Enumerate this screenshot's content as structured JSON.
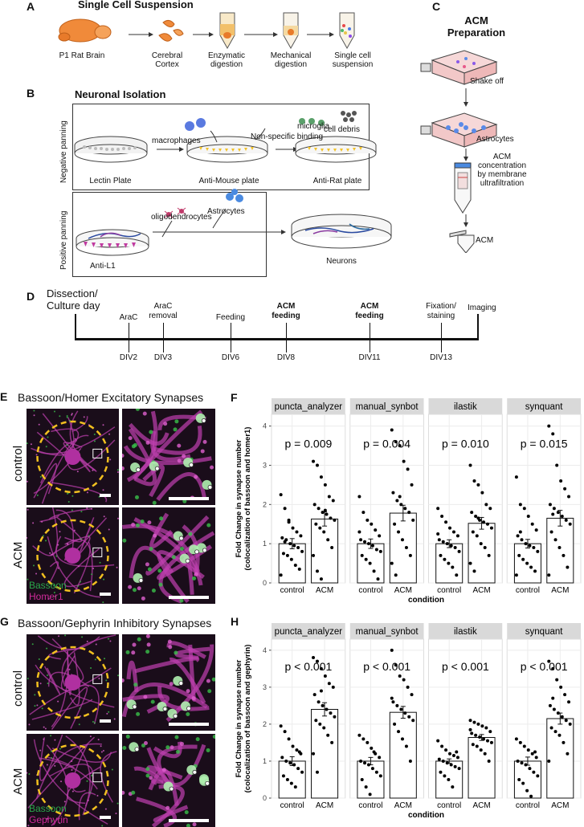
{
  "panel_letters": {
    "A": "A",
    "B": "B",
    "C": "C",
    "D": "D",
    "E": "E",
    "F": "F",
    "G": "G",
    "H": "H"
  },
  "panelA": {
    "title": "Single Cell Suspension",
    "steps": [
      "P1 Rat Brain",
      "Cerebral\nCortex",
      "Enzymatic\ndigestion",
      "Mechanical\ndigestion",
      "Single cell\nsuspension"
    ]
  },
  "panelB": {
    "title": "Neuronal Isolation",
    "negative_label": "Negative panning",
    "positive_label": "Positive panning",
    "lectin": "Lectin Plate",
    "antimouse": "Anti-Mouse plate",
    "antirat": "Anti-Rat plate",
    "macrophages": "macrophages",
    "nonspecific": "Non-specific binding",
    "microglia": "microglia",
    "debris": "cell debris",
    "oligo": "oligodendrocytes",
    "astro": "Astrocytes",
    "antiL1": "Anti-L1",
    "neurons": "Neurons"
  },
  "panelC": {
    "title": "ACM\nPreparation",
    "shake": "Shake off",
    "astrocytes": "Astrocytes",
    "concentration": "ACM\nconcentration\nby membrane\nultrafiltration",
    "acm": "ACM"
  },
  "panelD": {
    "start": "Dissection/\nCulture day",
    "events": [
      {
        "label": "AraC",
        "day": "DIV2",
        "bold": false
      },
      {
        "label": "AraC\nremoval",
        "day": "DIV3",
        "bold": false
      },
      {
        "label": "Feeding",
        "day": "DIV6",
        "bold": false
      },
      {
        "label": "ACM\nfeeding",
        "day": "DIV8",
        "bold": true
      },
      {
        "label": "ACM\nfeeding",
        "day": "DIV11",
        "bold": true
      },
      {
        "label": "Fixation/\nstaining",
        "day": "DIV13",
        "bold": false
      }
    ],
    "end": "Imaging"
  },
  "panelE": {
    "title": "Bassoon/Homer Excitatory Synapses",
    "row1": "control",
    "row2": "ACM",
    "stain1": "Bassoon",
    "stain2": "Homer1"
  },
  "panelG": {
    "title": "Bassoon/Gephyrin Inhibitory Synapses",
    "row1": "control",
    "row2": "ACM",
    "stain1": "Bassoon",
    "stain2": "Gephyrin"
  },
  "chart_data": [
    {
      "panel": "F",
      "type": "bar",
      "ylabel": "Fold Change in synapse number\n(colocalization of bassoon and homer1)",
      "xlabel": "condition",
      "ylim": [
        0,
        4.3
      ],
      "yticks": [
        0,
        1,
        2,
        3,
        4
      ],
      "categories": [
        "control",
        "ACM"
      ],
      "facets": [
        {
          "name": "puncta_analyzer",
          "pval": "p = 0.009",
          "values": [
            1.0,
            1.63
          ],
          "errors": [
            0.13,
            0.18
          ],
          "control_pts": [
            2.25,
            1.9,
            1.55,
            1.4,
            1.3,
            1.2,
            1.15,
            1.1,
            1.0,
            0.95,
            0.9,
            0.8,
            0.75,
            0.7,
            0.6,
            0.45,
            0.35,
            0.2,
            1.05,
            1.6
          ],
          "acm_pts": [
            3.1,
            3.0,
            2.7,
            2.5,
            2.2,
            2.1,
            2.0,
            1.9,
            1.8,
            1.75,
            1.65,
            1.6,
            1.5,
            1.4,
            1.3,
            1.1,
            0.9,
            0.7,
            0.3,
            0.1,
            1.85
          ]
        },
        {
          "name": "manual_synbot",
          "pval": "p = 0.004",
          "values": [
            1.0,
            1.78
          ],
          "errors": [
            0.12,
            0.2
          ],
          "control_pts": [
            2.2,
            1.8,
            1.6,
            1.5,
            1.35,
            1.2,
            1.1,
            1.05,
            1.0,
            0.95,
            0.85,
            0.8,
            0.7,
            0.6,
            0.5,
            0.3,
            0.1,
            1.3
          ],
          "acm_pts": [
            3.9,
            3.6,
            3.5,
            3.1,
            2.9,
            2.5,
            2.3,
            2.1,
            2.0,
            1.9,
            1.8,
            1.6,
            1.5,
            1.3,
            1.1,
            0.9,
            0.7,
            0.5,
            0.2,
            2.2
          ]
        },
        {
          "name": "ilastik",
          "pval": "p = 0.010",
          "values": [
            1.0,
            1.52
          ],
          "errors": [
            0.1,
            0.15
          ],
          "control_pts": [
            1.9,
            1.7,
            1.55,
            1.4,
            1.3,
            1.2,
            1.1,
            1.05,
            1.0,
            0.95,
            0.9,
            0.8,
            0.7,
            0.6,
            0.5,
            0.4,
            0.2,
            1.25
          ],
          "acm_pts": [
            3.0,
            2.6,
            2.5,
            2.3,
            2.0,
            1.9,
            1.8,
            1.7,
            1.6,
            1.55,
            1.5,
            1.4,
            1.3,
            1.2,
            1.0,
            0.9,
            0.7,
            0.5,
            0.3,
            1.65
          ]
        },
        {
          "name": "synquant",
          "pval": "p = 0.015",
          "values": [
            1.0,
            1.65
          ],
          "errors": [
            0.11,
            0.2
          ],
          "control_pts": [
            2.7,
            2.0,
            1.9,
            1.7,
            1.5,
            1.35,
            1.2,
            1.1,
            1.0,
            0.95,
            0.9,
            0.8,
            0.7,
            0.6,
            0.5,
            0.4,
            0.3,
            0.2,
            1.3
          ],
          "acm_pts": [
            4.0,
            3.8,
            3.0,
            2.6,
            2.4,
            2.2,
            2.0,
            1.9,
            1.8,
            1.7,
            1.6,
            1.5,
            1.3,
            1.1,
            0.9,
            0.7,
            0.4,
            0.2,
            1.75
          ]
        }
      ]
    },
    {
      "panel": "H",
      "type": "bar",
      "ylabel": "Fold Change in synapse number\n(colocalization of bassoon and gephyrin)",
      "xlabel": "condition",
      "ylim": [
        0,
        4.3
      ],
      "yticks": [
        0,
        1,
        2,
        3,
        4
      ],
      "categories": [
        "control",
        "ACM"
      ],
      "facets": [
        {
          "name": "puncta_analyzer",
          "pval": "p < 0.001",
          "values": [
            1.0,
            2.4
          ],
          "errors": [
            0.12,
            0.18
          ],
          "control_pts": [
            1.95,
            1.8,
            1.6,
            1.4,
            1.3,
            1.2,
            1.1,
            1.0,
            0.95,
            0.9,
            0.8,
            0.7,
            0.6,
            0.5,
            0.4,
            0.3,
            1.25
          ],
          "acm_pts": [
            3.8,
            3.7,
            3.5,
            3.3,
            3.1,
            3.0,
            2.8,
            2.6,
            2.5,
            2.4,
            2.3,
            2.2,
            2.1,
            2.0,
            1.9,
            1.7,
            1.5,
            1.2,
            0.7,
            2.9
          ]
        },
        {
          "name": "manual_synbot",
          "pval": "p < 0.001",
          "values": [
            1.0,
            2.32
          ],
          "errors": [
            0.1,
            0.16
          ],
          "control_pts": [
            1.7,
            1.6,
            1.5,
            1.35,
            1.2,
            1.1,
            1.0,
            0.95,
            0.9,
            0.8,
            0.7,
            0.6,
            0.5,
            0.3,
            0.1,
            1.25
          ],
          "acm_pts": [
            4.0,
            3.6,
            3.3,
            3.2,
            3.0,
            2.8,
            2.6,
            2.5,
            2.4,
            2.3,
            2.2,
            2.1,
            2.0,
            1.8,
            1.6,
            1.4,
            1.0,
            2.7
          ]
        },
        {
          "name": "ilastik",
          "pval": "p < 0.001",
          "values": [
            1.0,
            1.64
          ],
          "errors": [
            0.06,
            0.08
          ],
          "control_pts": [
            1.55,
            1.4,
            1.3,
            1.2,
            1.15,
            1.1,
            1.05,
            1.0,
            0.95,
            0.9,
            0.85,
            0.8,
            0.7,
            0.6,
            0.5,
            0.3,
            1.25
          ],
          "acm_pts": [
            2.1,
            2.05,
            2.0,
            1.95,
            1.9,
            1.8,
            1.75,
            1.7,
            1.65,
            1.6,
            1.55,
            1.5,
            1.45,
            1.4,
            1.3,
            1.2,
            1.0,
            1.85
          ]
        },
        {
          "name": "synquant",
          "pval": "p < 0.001",
          "values": [
            1.0,
            2.15
          ],
          "errors": [
            0.11,
            0.15
          ],
          "control_pts": [
            1.6,
            1.5,
            1.4,
            1.3,
            1.2,
            1.1,
            1.0,
            0.95,
            0.9,
            0.8,
            0.7,
            0.6,
            0.5,
            0.4,
            0.2,
            0.05,
            1.25
          ],
          "acm_pts": [
            3.7,
            3.5,
            3.2,
            3.0,
            2.8,
            2.6,
            2.5,
            2.4,
            2.3,
            2.2,
            2.1,
            2.0,
            1.9,
            1.8,
            1.7,
            1.5,
            1.2,
            1.0,
            2.7
          ]
        }
      ]
    }
  ]
}
